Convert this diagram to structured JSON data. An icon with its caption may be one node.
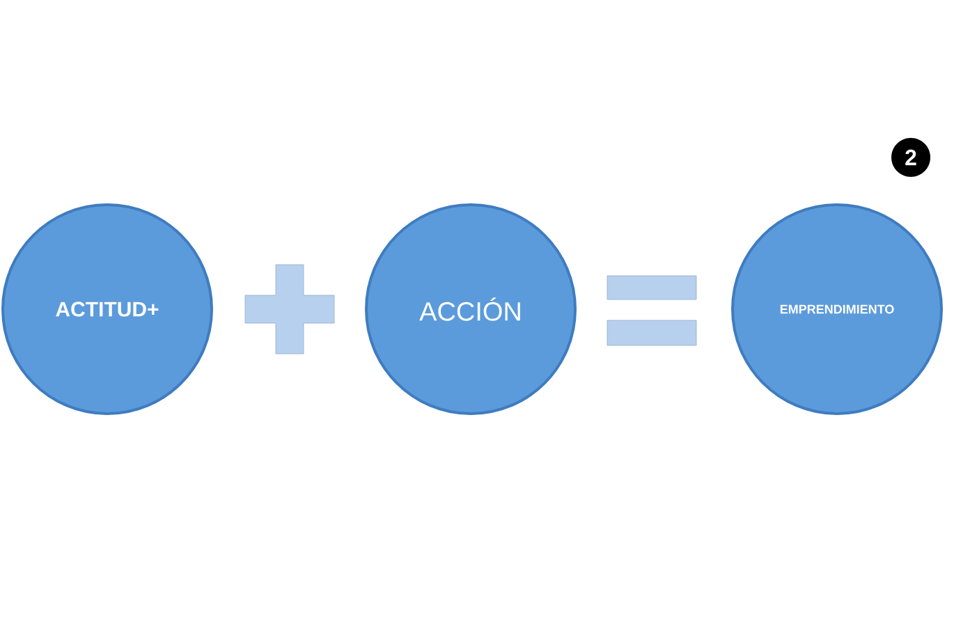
{
  "diagram": {
    "nodes": [
      {
        "text": [
          "ACTITUD+"
        ]
      },
      {
        "text": [
          "ACCIÓN"
        ]
      },
      {
        "text": [
          "EMPRENDIMIENTO"
        ]
      }
    ],
    "labels": [
      "2"
    ]
  }
}
